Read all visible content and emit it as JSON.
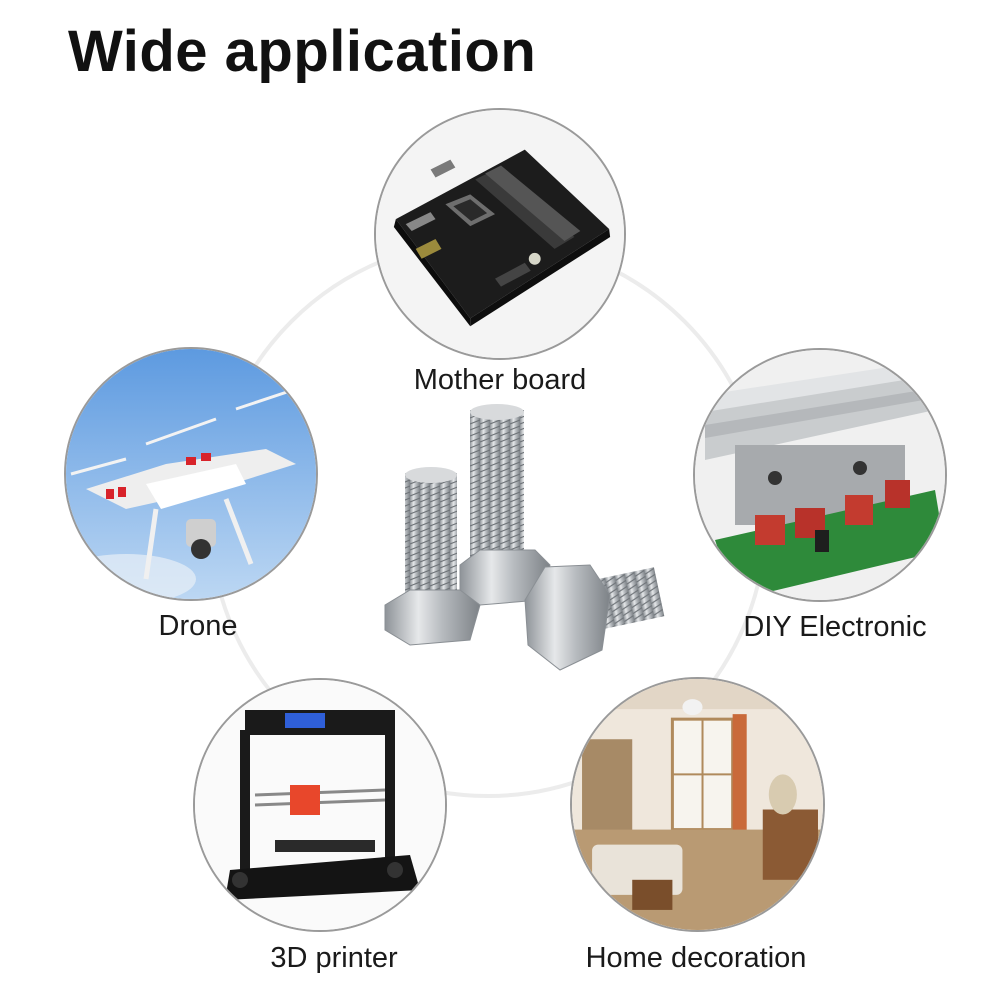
{
  "title": "Wide application",
  "applications": [
    {
      "label": "Mother board",
      "icon": "motherboard-icon"
    },
    {
      "label": "Drone",
      "icon": "drone-icon"
    },
    {
      "label": "DIY Electronic",
      "icon": "circuit-board-icon"
    },
    {
      "label": "3D printer",
      "icon": "3d-printer-icon"
    },
    {
      "label": "Home decoration",
      "icon": "room-interior-icon"
    }
  ],
  "center_product": "hex-bolts-icon"
}
